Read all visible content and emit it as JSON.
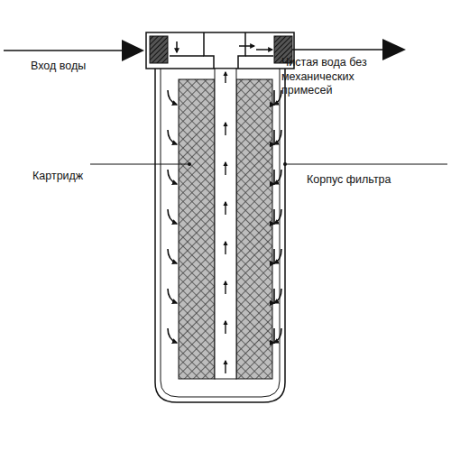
{
  "diagram": {
    "labels": [
      "Вход воды",
      "Чистая вода без механических примесей",
      "Картридж",
      "Корпус фильтра"
    ]
  }
}
